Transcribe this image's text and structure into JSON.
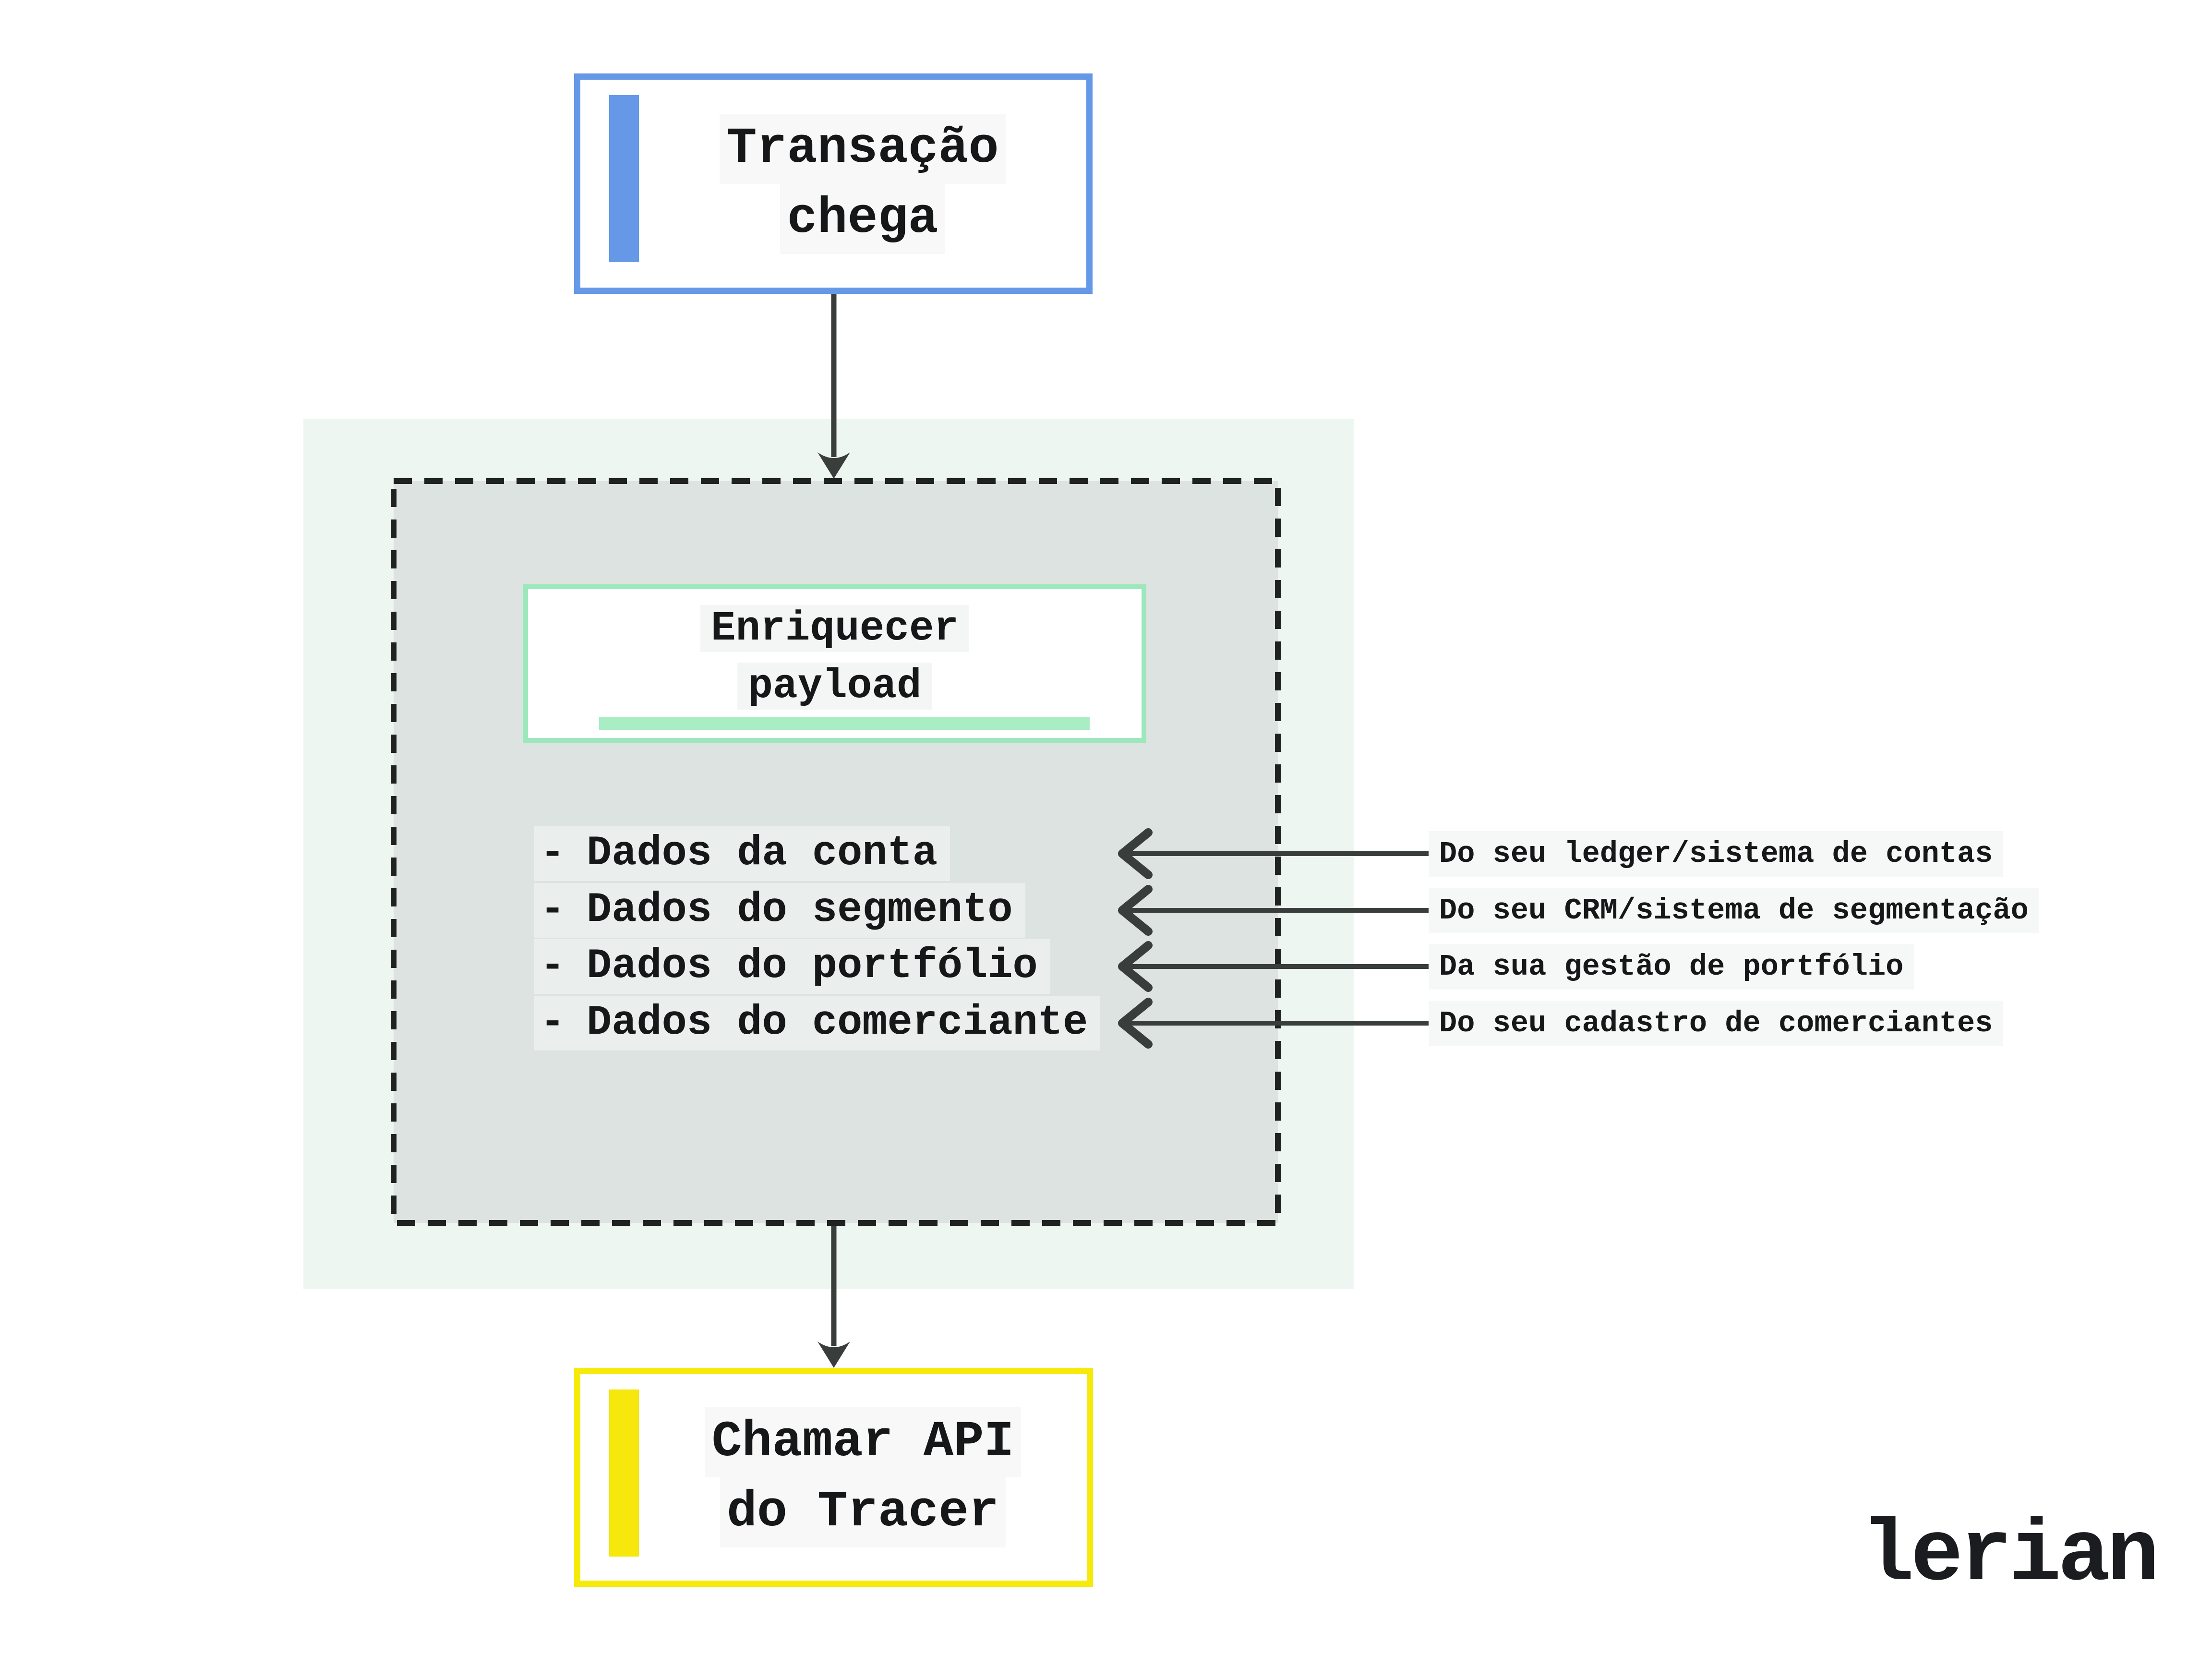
{
  "diagram": {
    "start_node": {
      "line1": "Transação",
      "line2": "chega"
    },
    "process_node": {
      "line1": "Enriquecer",
      "line2": "payload"
    },
    "payload_items": [
      {
        "bullet": "-",
        "label": "Dados da conta"
      },
      {
        "bullet": "-",
        "label": "Dados do segmento"
      },
      {
        "bullet": "-",
        "label": "Dados do portfólio"
      },
      {
        "bullet": "-",
        "label": "Dados do comerciante"
      }
    ],
    "source_labels": [
      "Do seu ledger/sistema de contas",
      "Do seu CRM/sistema de segmentação",
      "Da sua gestão de portfólio",
      "Do seu cadastro de comerciantes"
    ],
    "end_node": {
      "line1": "Chamar API",
      "line2": "do Tracer"
    }
  },
  "branding": {
    "logo": "lerian"
  },
  "colors": {
    "start_accent": "#6698e8",
    "process_accent": "#9ce8bc",
    "process_underline": "#a9edc5",
    "end_accent": "#f6ea0b",
    "zone_background": "#edf6f1",
    "panel_background": "#dde3e0",
    "dash_border": "#202221",
    "arrow": "#393d3c",
    "text": "#161718",
    "text_highlight": "#f6f8f7"
  }
}
